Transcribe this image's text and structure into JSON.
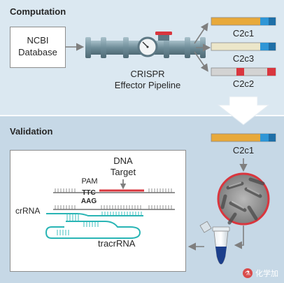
{
  "sections": {
    "computation": "Computation",
    "validation": "Validation"
  },
  "source": {
    "line1": "NCBI",
    "line2": "Database"
  },
  "pipeline": {
    "line1": "CRISPR",
    "line2": "Effector Pipeline"
  },
  "effectors": [
    {
      "label": "C2c1",
      "color": "#e8a93a"
    },
    {
      "label": "C2c3",
      "color": "#ece6c9"
    },
    {
      "label": "C2c2",
      "color": "#d3d3d3"
    }
  ],
  "validation_effector": {
    "label": "C2c1",
    "color": "#e8a93a"
  },
  "dna": {
    "target_line1": "DNA",
    "target_line2": "Target",
    "pam": "PAM",
    "pam_top": "TTC",
    "pam_bottom": "AAG",
    "crrna": "crRNA",
    "tracrrna": "tracrRNA"
  },
  "colors": {
    "accent_blue": "#2f96d6",
    "target_red": "#d9363e",
    "rna_teal": "#2ab5b5",
    "arrow_gray": "#7f7f7f",
    "pipe": "#6f8d99"
  },
  "watermark": {
    "text": "化学加",
    "icon": "chemistry-logo-icon"
  }
}
